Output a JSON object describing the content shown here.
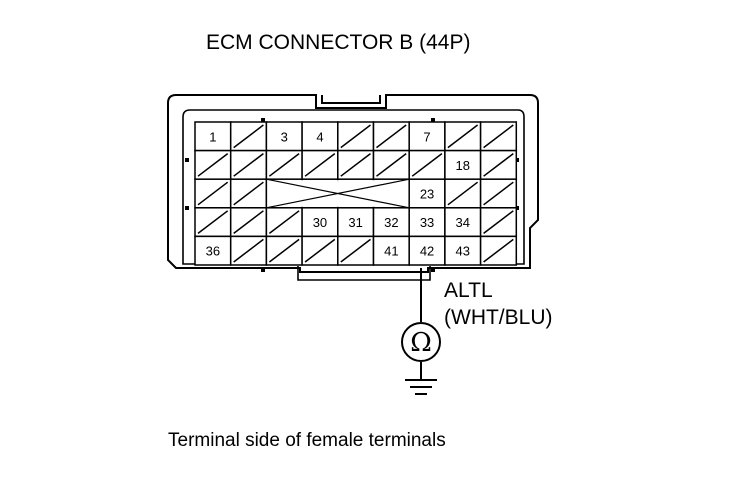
{
  "title": "ECM CONNECTOR B (44P)",
  "caption": "Terminal side of female terminals",
  "wire": {
    "name": "ALTL",
    "color_code": "(WHT/BLU)"
  },
  "meter_symbol": "Ω",
  "meter_icon": "ohmmeter-icon",
  "ground_icon": "ground-icon",
  "connector": {
    "rows": [
      {
        "cells": [
          {
            "label": "1",
            "hatched": false
          },
          {
            "label": "",
            "hatched": true
          },
          {
            "label": "3",
            "hatched": false
          },
          {
            "label": "4",
            "hatched": false
          },
          {
            "label": "",
            "hatched": true
          },
          {
            "label": "",
            "hatched": true
          },
          {
            "label": "7",
            "hatched": false
          },
          {
            "label": "",
            "hatched": true
          },
          {
            "label": "",
            "hatched": true
          }
        ]
      },
      {
        "cells": [
          {
            "label": "",
            "hatched": true
          },
          {
            "label": "",
            "hatched": true
          },
          {
            "label": "",
            "hatched": true
          },
          {
            "label": "",
            "hatched": true
          },
          {
            "label": "",
            "hatched": true
          },
          {
            "label": "",
            "hatched": true
          },
          {
            "label": "",
            "hatched": true
          },
          {
            "label": "18",
            "hatched": false
          },
          {
            "label": "",
            "hatched": true
          }
        ]
      },
      {
        "cells": [
          {
            "label": "",
            "hatched": true
          },
          {
            "label": "",
            "hatched": true
          },
          {
            "label": "",
            "hatched": false,
            "crossed": true
          },
          {
            "label": "",
            "hatched": false,
            "crossed": true
          },
          {
            "label": "",
            "hatched": false,
            "crossed": true
          },
          {
            "label": "",
            "hatched": false,
            "crossed": true
          },
          {
            "label": "23",
            "hatched": false
          },
          {
            "label": "",
            "hatched": true
          },
          {
            "label": "",
            "hatched": true
          }
        ]
      },
      {
        "cells": [
          {
            "label": "",
            "hatched": true
          },
          {
            "label": "",
            "hatched": true
          },
          {
            "label": "",
            "hatched": true
          },
          {
            "label": "30",
            "hatched": false
          },
          {
            "label": "31",
            "hatched": false
          },
          {
            "label": "32",
            "hatched": false
          },
          {
            "label": "33",
            "hatched": false
          },
          {
            "label": "34",
            "hatched": false
          },
          {
            "label": "",
            "hatched": true
          }
        ]
      },
      {
        "cells": [
          {
            "label": "36",
            "hatched": false
          },
          {
            "label": "",
            "hatched": true
          },
          {
            "label": "",
            "hatched": true
          },
          {
            "label": "",
            "hatched": true
          },
          {
            "label": "",
            "hatched": true
          },
          {
            "label": "41",
            "hatched": false
          },
          {
            "label": "42",
            "hatched": false
          },
          {
            "label": "43",
            "hatched": false
          },
          {
            "label": "",
            "hatched": true
          }
        ]
      }
    ]
  }
}
